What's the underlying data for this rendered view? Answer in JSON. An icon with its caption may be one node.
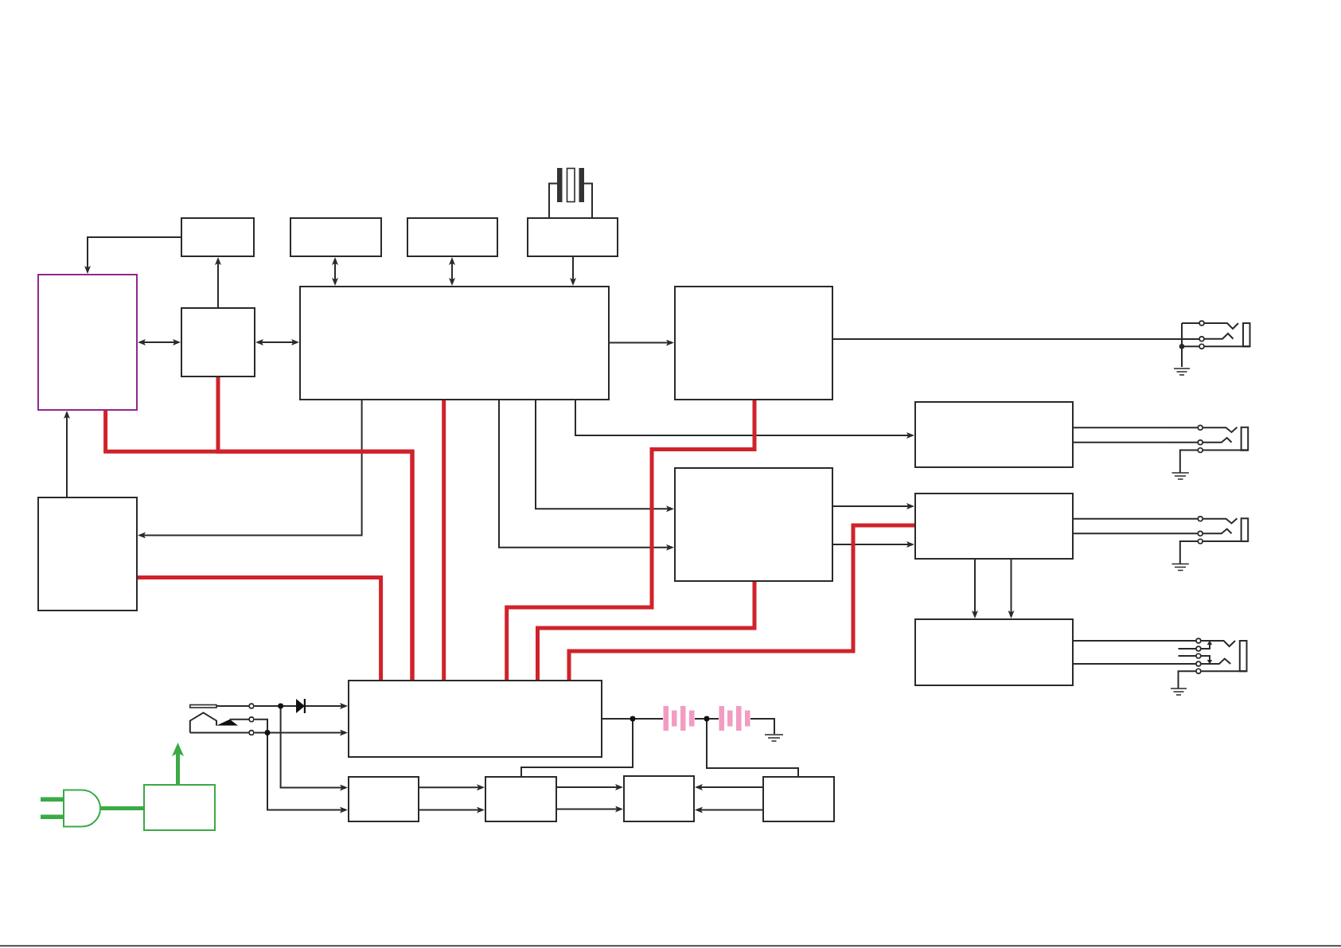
{
  "diagram": {
    "nodes": [
      {
        "text": [],
        "shape": "box"
      },
      {
        "text": [],
        "shape": "box"
      },
      {
        "text": [],
        "shape": "box"
      },
      {
        "text": [],
        "shape": "box"
      },
      {
        "text": [],
        "shape": "picture"
      },
      {
        "text": [],
        "shape": "box"
      },
      {
        "text": [],
        "shape": "box"
      },
      {
        "text": [],
        "shape": "box"
      },
      {
        "text": [],
        "shape": "box"
      },
      {
        "text": [],
        "shape": "picture"
      },
      {
        "text": [],
        "shape": "box"
      },
      {
        "text": [],
        "shape": "picture"
      },
      {
        "text": [],
        "shape": "box"
      },
      {
        "text": [],
        "shape": "box"
      },
      {
        "text": [],
        "shape": "box"
      },
      {
        "text": [],
        "shape": "picture"
      },
      {
        "text": [],
        "shape": "box"
      },
      {
        "text": [],
        "shape": "picture"
      },
      {
        "text": [],
        "shape": "box"
      },
      {
        "text": [],
        "shape": "picture"
      },
      {
        "text": [],
        "shape": "picture"
      },
      {
        "text": [],
        "shape": "picture"
      },
      {
        "text": [],
        "shape": "picture"
      },
      {
        "text": [],
        "shape": "picture"
      },
      {
        "text": [],
        "shape": "box"
      },
      {
        "text": [],
        "shape": "box"
      },
      {
        "text": [],
        "shape": "box"
      },
      {
        "text": [],
        "shape": "box"
      },
      {
        "text": [],
        "shape": "plug"
      },
      {
        "text": [],
        "shape": "box"
      }
    ],
    "edges": [
      {
        "from": 0,
        "to": 5,
        "arrow": "to"
      },
      {
        "from": 6,
        "to": 0,
        "arrow": "to"
      },
      {
        "from": 5,
        "to": 6,
        "arrow": "both"
      },
      {
        "from": 6,
        "to": 7,
        "arrow": "both"
      },
      {
        "from": 1,
        "to": 7,
        "arrow": "both"
      },
      {
        "from": 2,
        "to": 7,
        "arrow": "both"
      },
      {
        "from": 3,
        "to": 7,
        "arrow": "to"
      },
      {
        "from": 4,
        "to": 3,
        "arrow": "none"
      },
      {
        "from": 4,
        "to": 3,
        "arrow": "none"
      },
      {
        "from": 7,
        "to": 8,
        "arrow": "to"
      },
      {
        "from": 8,
        "to": 9,
        "arrow": "none"
      },
      {
        "from": 7,
        "to": 12,
        "arrow": "to"
      },
      {
        "from": 7,
        "to": 10,
        "arrow": "to"
      },
      {
        "from": 7,
        "to": 13,
        "arrow": "to"
      },
      {
        "from": 7,
        "to": 13,
        "arrow": "to"
      },
      {
        "from": 12,
        "to": 5,
        "arrow": "to"
      },
      {
        "from": 10,
        "to": 11,
        "arrow": "none"
      },
      {
        "from": 10,
        "to": 11,
        "arrow": "none"
      },
      {
        "from": 13,
        "to": 14,
        "arrow": "to"
      },
      {
        "from": 13,
        "to": 14,
        "arrow": "to"
      },
      {
        "from": 14,
        "to": 15,
        "arrow": "none"
      },
      {
        "from": 14,
        "to": 15,
        "arrow": "none"
      },
      {
        "from": 14,
        "to": 16,
        "arrow": "to"
      },
      {
        "from": 14,
        "to": 16,
        "arrow": "to"
      },
      {
        "from": 16,
        "to": 17,
        "arrow": "none"
      },
      {
        "from": 16,
        "to": 17,
        "arrow": "none"
      },
      {
        "from": 5,
        "to": 18,
        "arrow": "none",
        "style": "thick",
        "color": "#d0222b"
      },
      {
        "from": 6,
        "to": 18,
        "arrow": "none",
        "style": "thick",
        "color": "#d0222b"
      },
      {
        "from": 7,
        "to": 18,
        "arrow": "none",
        "style": "thick",
        "color": "#d0222b"
      },
      {
        "from": 12,
        "to": 18,
        "arrow": "none",
        "style": "thick",
        "color": "#d0222b"
      },
      {
        "from": 8,
        "to": 18,
        "arrow": "none",
        "style": "thick",
        "color": "#d0222b"
      },
      {
        "from": 13,
        "to": 18,
        "arrow": "none",
        "style": "thick",
        "color": "#d0222b"
      },
      {
        "from": 14,
        "to": 18,
        "arrow": "none",
        "style": "thick",
        "color": "#d0222b"
      },
      {
        "from": 19,
        "to": 20,
        "arrow": "none"
      },
      {
        "from": 20,
        "to": 18,
        "arrow": "to"
      },
      {
        "from": 19,
        "to": 24,
        "arrow": "to"
      },
      {
        "from": 19,
        "to": 18,
        "arrow": "to"
      },
      {
        "from": 19,
        "to": 24,
        "arrow": "to"
      },
      {
        "from": 18,
        "to": 21,
        "arrow": "none"
      },
      {
        "from": 18,
        "to": 25,
        "arrow": "none"
      },
      {
        "from": 21,
        "to": 22,
        "arrow": "none"
      },
      {
        "from": 21,
        "to": 27,
        "arrow": "none"
      },
      {
        "from": 22,
        "to": 23,
        "arrow": "none"
      },
      {
        "from": 24,
        "to": 25,
        "arrow": "to"
      },
      {
        "from": 24,
        "to": 25,
        "arrow": "to"
      },
      {
        "from": 25,
        "to": 26,
        "arrow": "to"
      },
      {
        "from": 25,
        "to": 26,
        "arrow": "to"
      },
      {
        "from": 27,
        "to": 26,
        "arrow": "to"
      },
      {
        "from": 27,
        "to": 26,
        "arrow": "to"
      },
      {
        "from": 28,
        "to": 29,
        "arrow": "none",
        "style": "thick",
        "color": "#3aaa45"
      },
      {
        "from": 29,
        "to": 19,
        "arrow": "to",
        "style": "thick",
        "color": "#3aaa45"
      }
    ]
  }
}
